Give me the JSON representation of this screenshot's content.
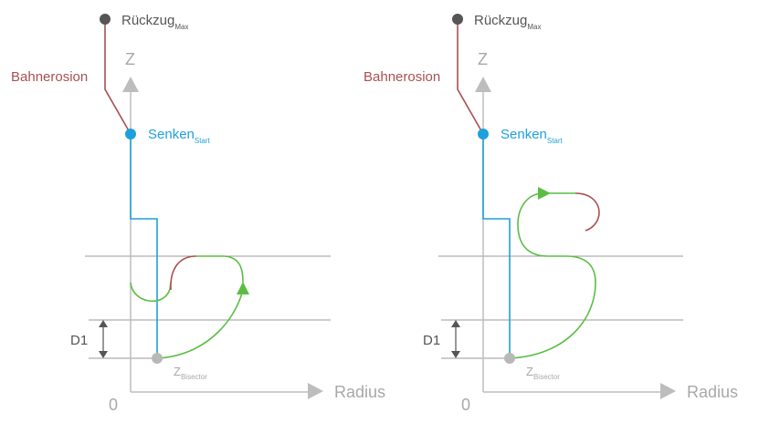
{
  "colors": {
    "axis": "#bdbdbd",
    "guide": "#9a9a9a",
    "retract": "#a85050",
    "plunge": "#1ea0dc",
    "path": "#5cbd45",
    "dark_point": "#555555",
    "gray_point": "#b8b8b8",
    "text_dark": "#555555",
    "text_gray": "#a8a8a8"
  },
  "diagrams": [
    {
      "retract": {
        "main": "Rückzug",
        "sub": "Max"
      },
      "path_erosion": "Bahnerosion",
      "sink": {
        "main": "Senken",
        "sub": "Start"
      },
      "axis_z": "Z",
      "axis_radius": "Radius",
      "origin": "0",
      "dimension": "D1",
      "bisector": {
        "main": "Z",
        "sub": "Bisector"
      }
    },
    {
      "retract": {
        "main": "Rückzug",
        "sub": "Max"
      },
      "path_erosion": "Bahnerosion",
      "sink": {
        "main": "Senken",
        "sub": "Start"
      },
      "axis_z": "Z",
      "axis_radius": "Radius",
      "origin": "0",
      "dimension": "D1",
      "bisector": {
        "main": "Z",
        "sub": "Bisector"
      }
    }
  ]
}
